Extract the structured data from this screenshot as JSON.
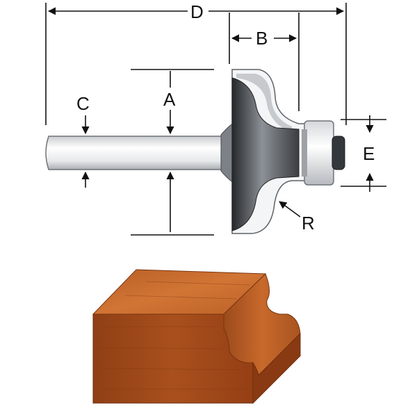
{
  "labels": {
    "A": "A",
    "B": "B",
    "C": "C",
    "D": "D",
    "E": "E",
    "R": "R"
  },
  "colors": {
    "line": "#111111",
    "shank": "#eef0f2",
    "cutter_dark": "#3d4044",
    "cutter_light": "#8b9096",
    "carbide": "#f2f3f4",
    "wood_top": "#c86a2c",
    "wood_front": "#9e4a1b",
    "wood_side": "#b55a22"
  }
}
